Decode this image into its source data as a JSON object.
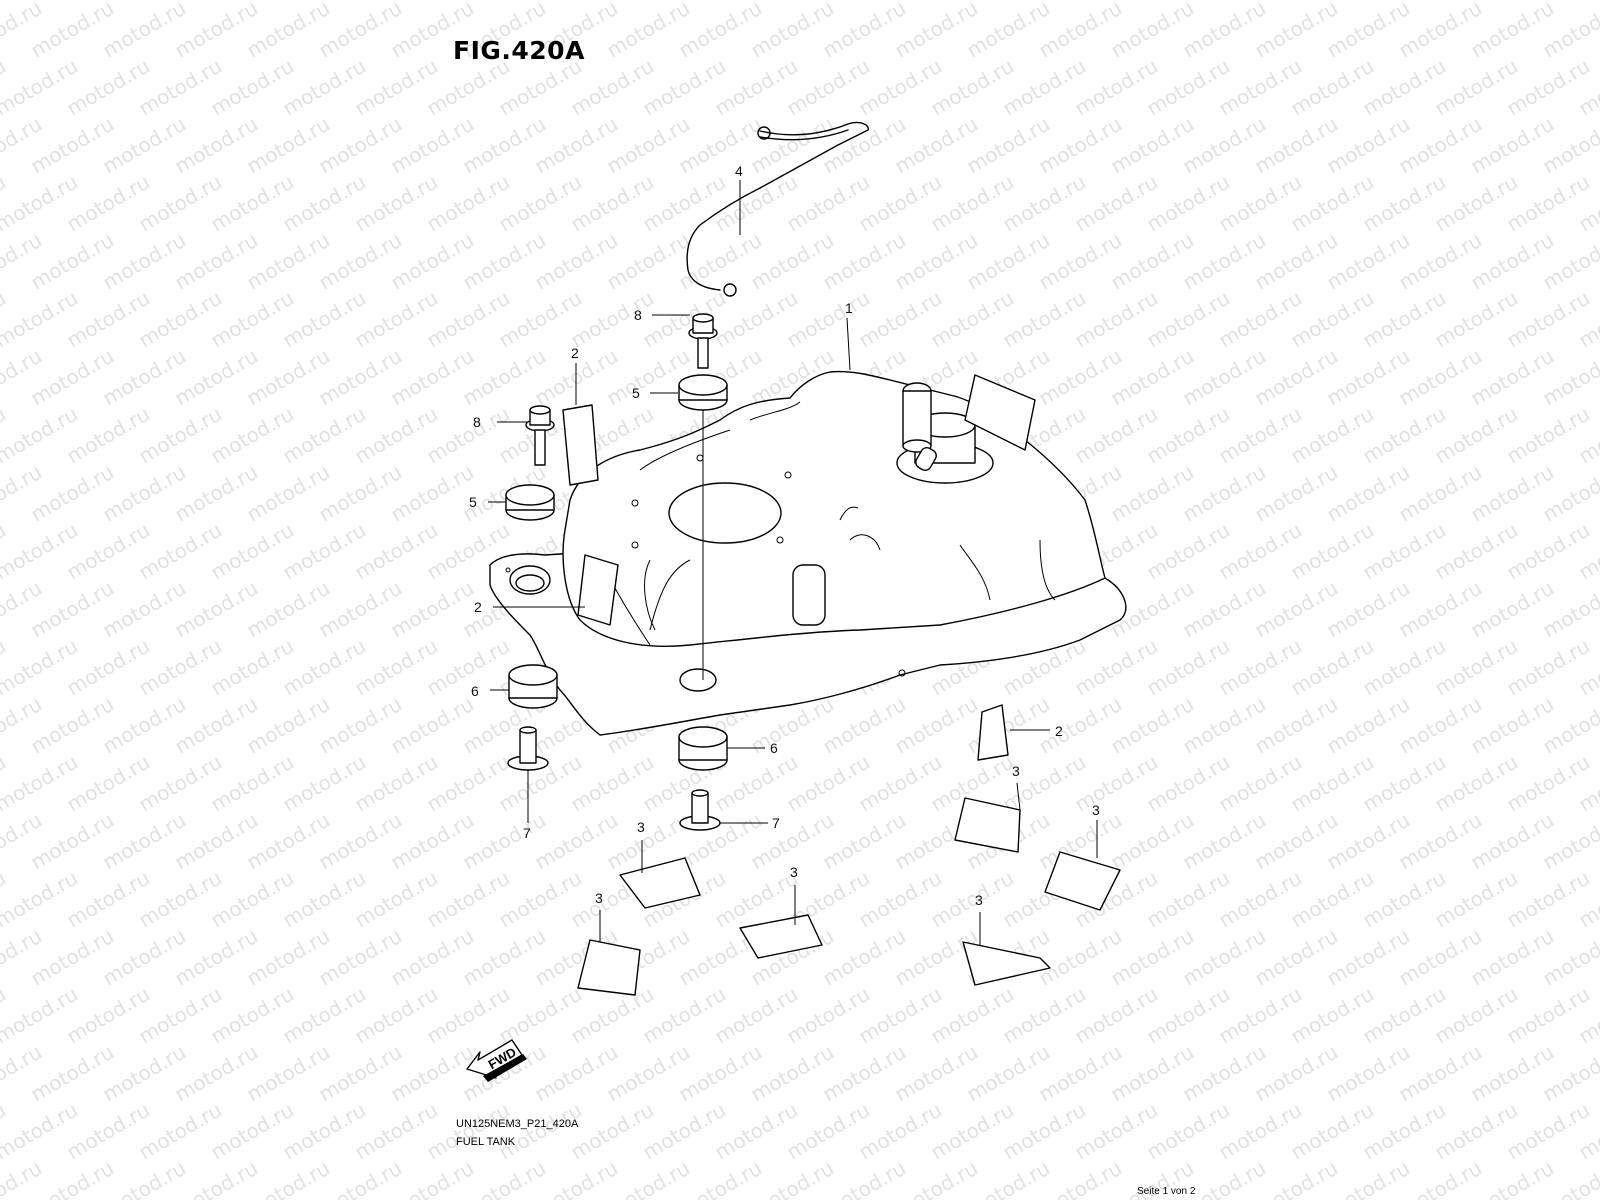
{
  "title": "FIG.420A",
  "drawing_code": "UN125NEM3_P21_420A",
  "caption": "FUEL TANK",
  "page_info": "Seite 1 von 2",
  "watermark": "motod.ru",
  "fwd_label": "FWD",
  "callouts": [
    "1",
    "2",
    "2",
    "2",
    "3",
    "3",
    "3",
    "3",
    "3",
    "3",
    "4",
    "5",
    "5",
    "6",
    "6",
    "7",
    "7",
    "8",
    "8"
  ]
}
